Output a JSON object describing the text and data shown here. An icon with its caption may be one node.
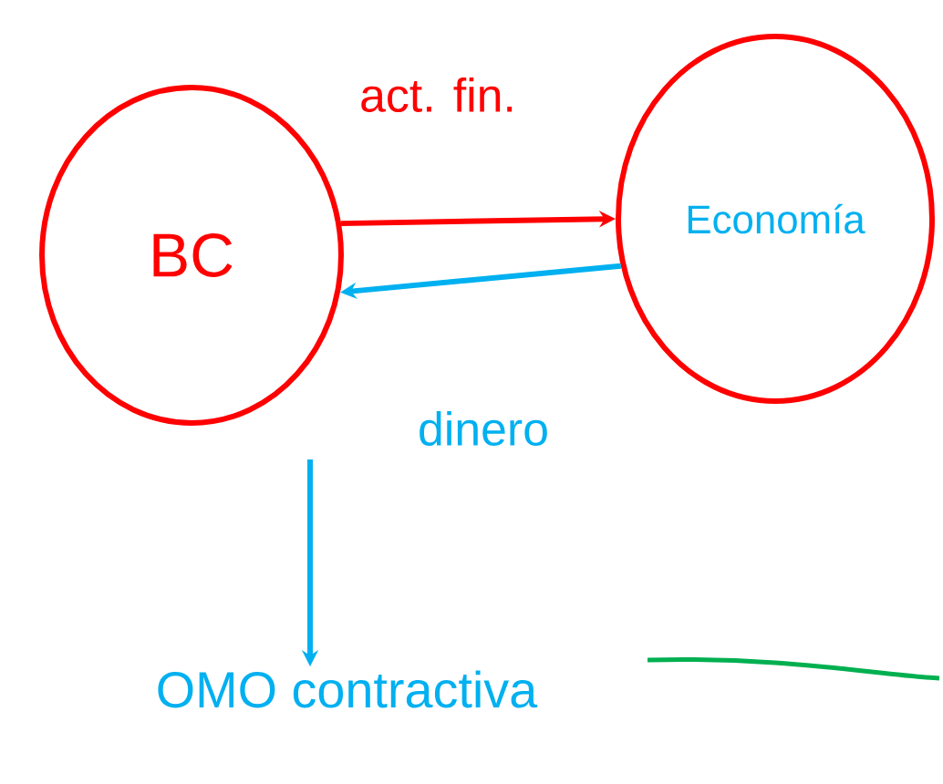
{
  "diagram": {
    "nodes": [
      {
        "text": [
          "BC"
        ]
      },
      {
        "text": [
          "Economía"
        ]
      },
      {
        "text": [
          "OMO contractiva"
        ]
      }
    ],
    "edges": [
      {
        "from": 0,
        "to": 1,
        "arrow": "to",
        "label": "act. fin.",
        "color": "#ff0000"
      },
      {
        "from": 1,
        "to": 0,
        "arrow": "to",
        "label": "dinero"
      },
      {
        "from": null,
        "to": 2,
        "arrow": "to"
      }
    ]
  }
}
